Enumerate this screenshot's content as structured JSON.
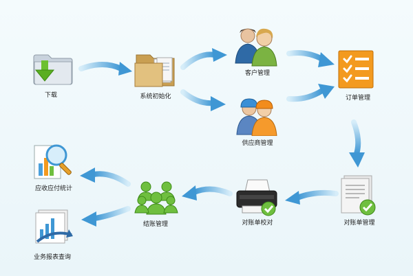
{
  "nodes": {
    "download": {
      "label": "下载",
      "icon": "folder-download-icon"
    },
    "init": {
      "label": "系统初始化",
      "icon": "folder-documents-icon"
    },
    "customer": {
      "label": "客户管理",
      "icon": "customers-icon"
    },
    "supplier": {
      "label": "供应商管理",
      "icon": "workers-icon"
    },
    "order": {
      "label": "订单管理",
      "icon": "checklist-icon"
    },
    "statement": {
      "label": "对账单管理",
      "icon": "document-check-icon"
    },
    "verify": {
      "label": "对账单校对",
      "icon": "printer-check-icon"
    },
    "settlement": {
      "label": "结账管理",
      "icon": "group-icon"
    },
    "receivable": {
      "label": "应收应付统计",
      "icon": "chart-magnifier-icon"
    },
    "report": {
      "label": "业务报表查询",
      "icon": "report-chart-icon"
    }
  },
  "colors": {
    "arrow": "#4a9fd8",
    "arrow_light": "#bfe1f5",
    "folder": "#d9b877",
    "green": "#6fbf3f",
    "orange": "#f08a1e"
  }
}
